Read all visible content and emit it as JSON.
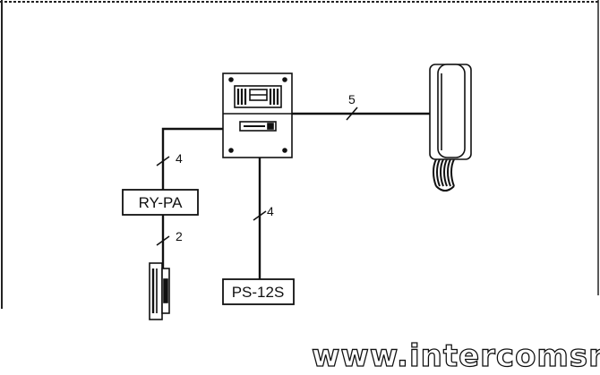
{
  "diagram": {
    "nodes": {
      "relay": {
        "label": "RY-PA"
      },
      "power_supply": {
        "label": "PS-12S"
      }
    },
    "wires": {
      "panel_to_relay": "4",
      "panel_to_power": "4",
      "panel_to_handset": "5",
      "relay_to_lock": "2"
    }
  },
  "watermark": {
    "text": "www.intercomsr"
  },
  "icons": [
    "door-panel-icon",
    "handset-monitor-icon",
    "door-lock-icon"
  ]
}
